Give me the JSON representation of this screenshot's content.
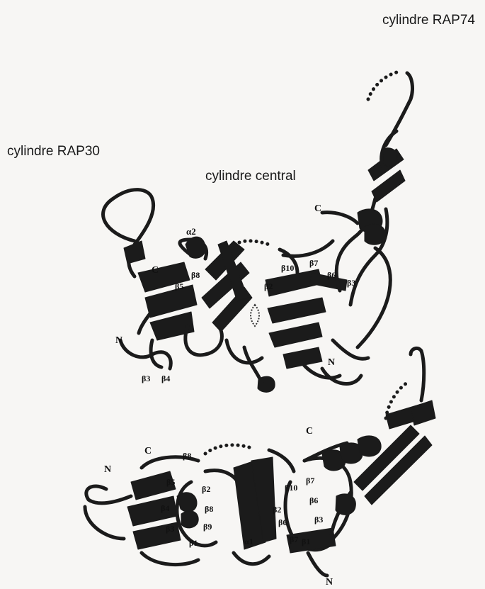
{
  "titles": {
    "rap74": "cylindre RAP74",
    "rap30": "cylindre RAP30",
    "central": "cylindre central"
  },
  "top_structure": {
    "labels": {
      "c_left": "C",
      "c_right": "C",
      "n_left": "N",
      "n_bottom": "N",
      "alpha2": "α2",
      "beta8": "β8",
      "beta5": "β5",
      "beta2": "β2",
      "beta10": "β10",
      "beta7": "β7",
      "beta6": "β6",
      "beta3_right": "β3",
      "beta3_left": "β3",
      "beta4": "β4"
    }
  },
  "bottom_structure": {
    "labels": {
      "c_top_right": "C",
      "c_left": "C",
      "n_left": "N",
      "n_bottom": "N",
      "beta8_top": "β8",
      "beta5": "β5",
      "beta2_a": "β2",
      "beta4": "β4",
      "beta8_mid": "β8",
      "beta3_left": "β3",
      "beta9": "β9",
      "beta1_left": "β1",
      "beta10": "β10",
      "beta7_right": "β7",
      "beta6_right": "β6",
      "beta2_b": "β2",
      "beta6_mid": "β6",
      "beta3_right": "β3",
      "alpha1": "α1",
      "beta7_bottom": "β7",
      "beta1_right": "β1"
    }
  }
}
